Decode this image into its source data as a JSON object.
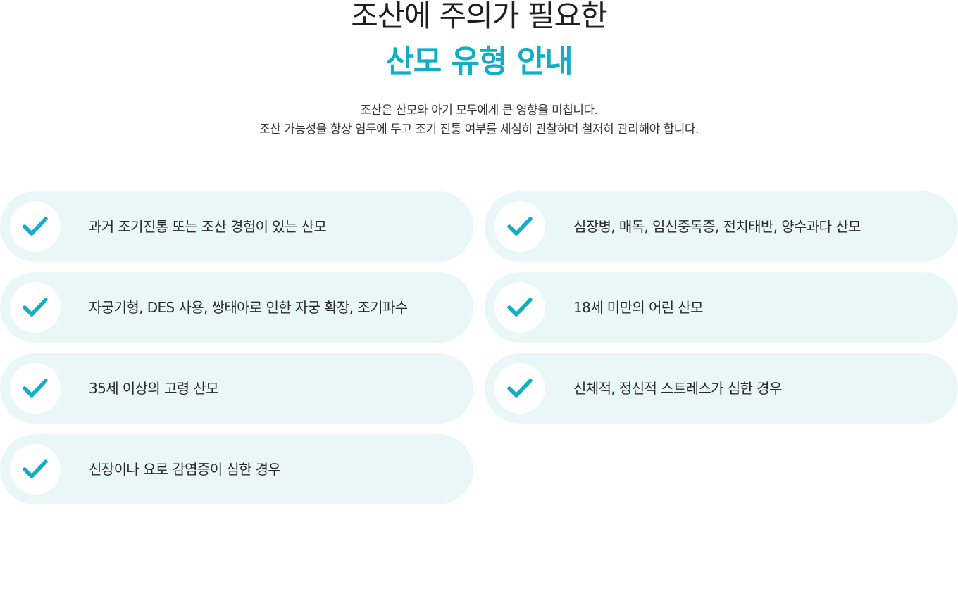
{
  "heading": {
    "line1": "조산에 주의가 필요한",
    "line2": "산모 유형 안내"
  },
  "description": {
    "line1": "조산은 산모와 아기 모두에게 큰 영향을 미칩니다.",
    "line2": "조산 가능성을 항상 염두에 두고 조기 진통 여부를 세심히 관찰하며 철저히 관리해야 합니다."
  },
  "items": [
    {
      "label": "과거 조기진통 또는 조산 경험이 있는 산모",
      "icon": "check-icon"
    },
    {
      "label": "심장병, 매독, 임신중독증, 전치태반, 양수과다 산모",
      "icon": "check-icon"
    },
    {
      "label": "자궁기형, DES 사용, 쌍태아로 인한 자궁 확장, 조기파수",
      "icon": "check-icon"
    },
    {
      "label": "18세 미만의 어린 산모",
      "icon": "check-icon"
    },
    {
      "label": "35세 이상의 고령 산모",
      "icon": "check-icon"
    },
    {
      "label": "신체적, 정신적 스트레스가 심한 경우",
      "icon": "check-icon"
    },
    {
      "label": "신장이나 요로 감염증이 심한 경우",
      "icon": "check-icon"
    }
  ],
  "colors": {
    "accent": "#12aec6",
    "card_background": "#eaf7f8",
    "heading_text": "#1f1f1f",
    "body_text": "#2a2a2a"
  }
}
